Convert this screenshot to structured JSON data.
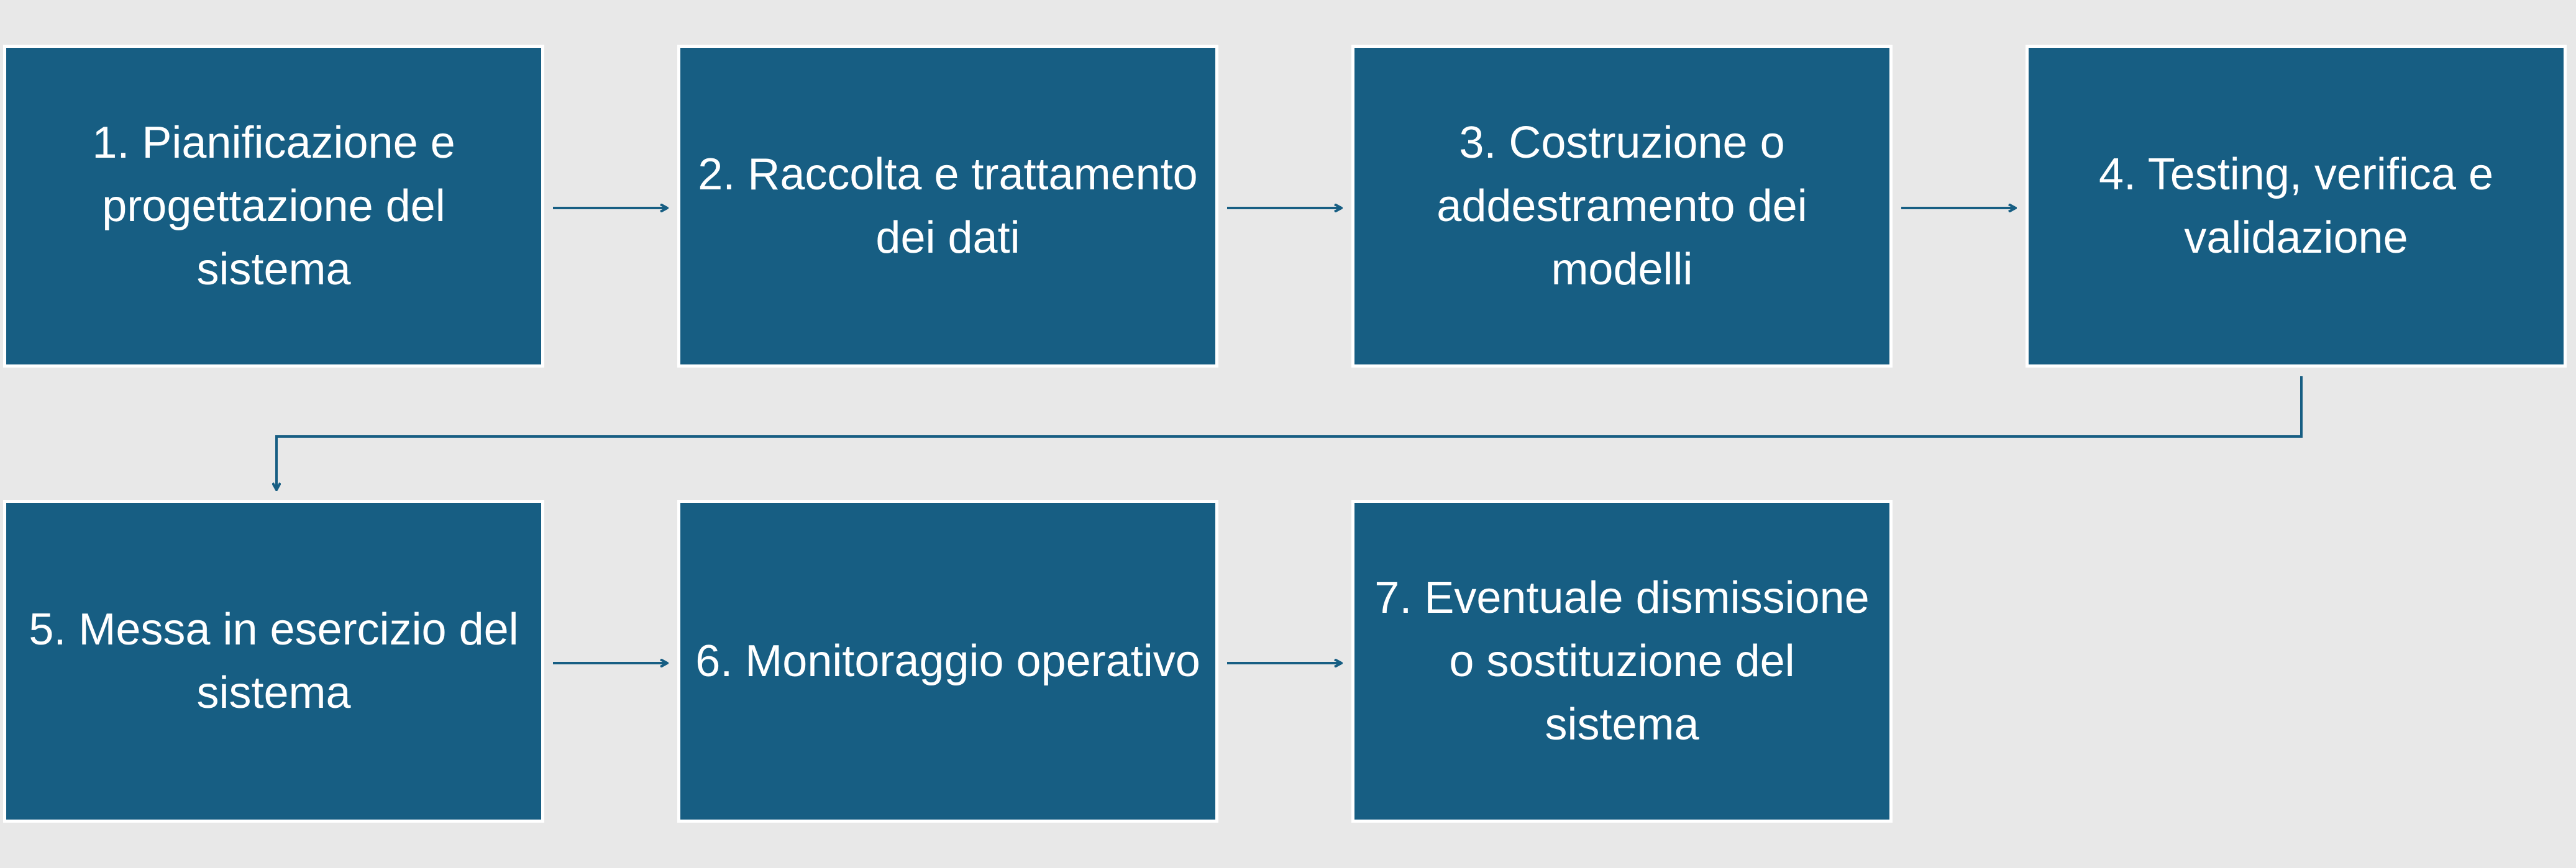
{
  "diagram": {
    "steps": [
      {
        "label": "1. Pianificazione e progettazione del sistema"
      },
      {
        "label": "2. Raccolta e trattamento dei dati"
      },
      {
        "label": "3. Costruzione o addestramento dei modelli"
      },
      {
        "label": "4. Testing, verifica e validazione"
      },
      {
        "label": "5. Messa in esercizio del sistema"
      },
      {
        "label": "6. Monitoraggio operativo"
      },
      {
        "label": "7. Eventuale dismissione o sostituzione del sistema"
      }
    ],
    "colors": {
      "background": "#e8e8e8",
      "box_fill": "#175e83",
      "box_border": "#ffffff",
      "text": "#ffffff",
      "connector": "#175e83"
    }
  }
}
